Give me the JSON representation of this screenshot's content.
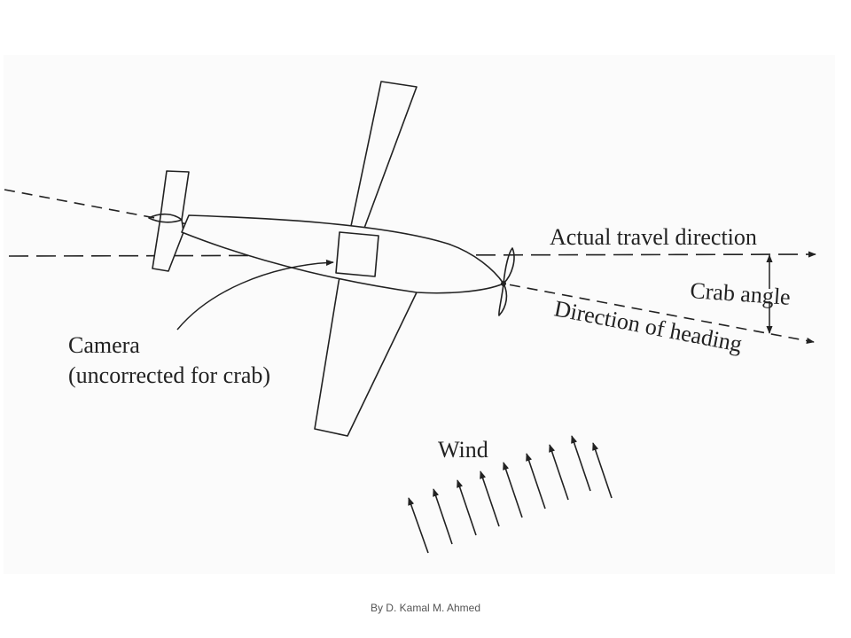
{
  "labels": {
    "actual_travel": "Actual travel direction",
    "crab_angle": "Crab angle",
    "heading": "Direction of heading",
    "camera_line1": "Camera",
    "camera_line2": "(uncorrected for crab)",
    "wind": "Wind"
  },
  "footer": "By D. Kamal M. Ahmed",
  "colors": {
    "ink": "#222222",
    "background": "#fbfbfb"
  }
}
